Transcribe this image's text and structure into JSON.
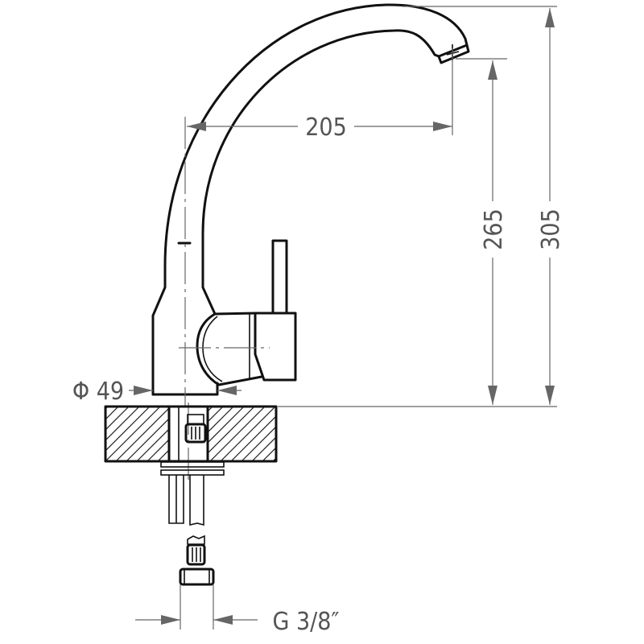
{
  "title": "Kitchen faucet technical drawing",
  "dimensions": {
    "spout_reach": "205",
    "spout_outlet_height": "265",
    "total_height": "305",
    "base_diameter": "Φ 49",
    "connection_thread": "G 3/8″"
  },
  "colors": {
    "outline": "#111111",
    "dimension": "#666666",
    "label": "#555555"
  }
}
